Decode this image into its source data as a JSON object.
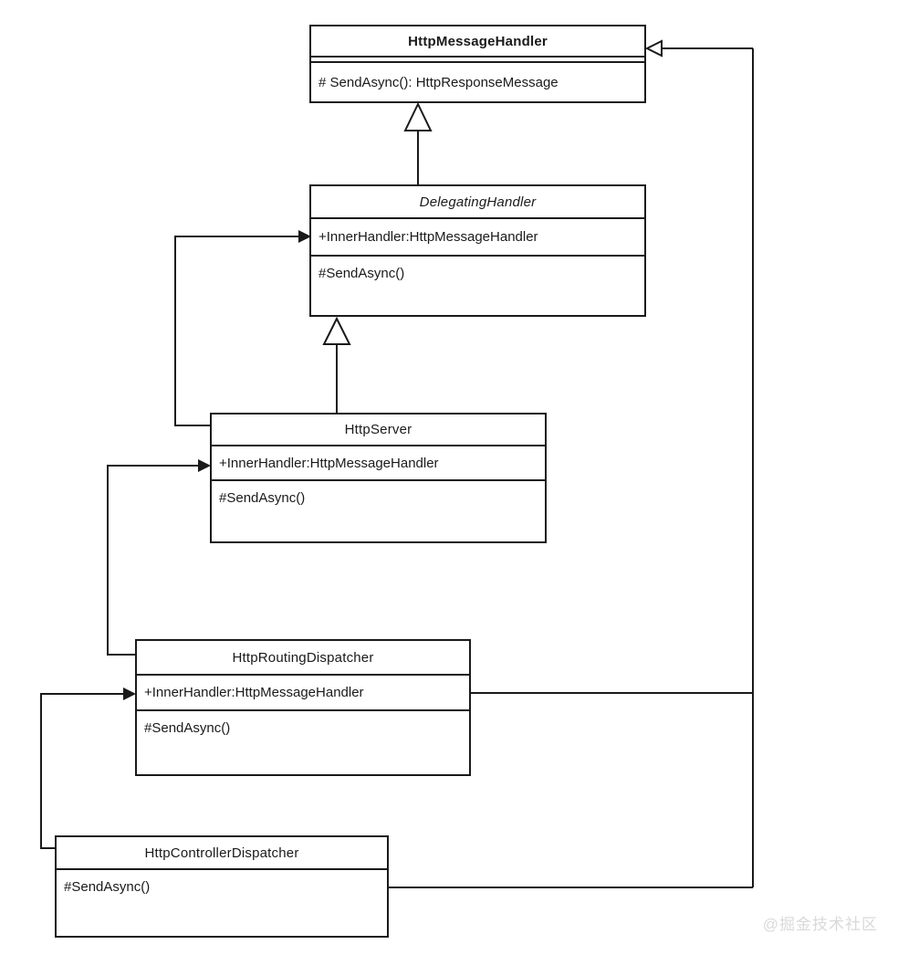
{
  "diagram_type": "uml-class-diagram",
  "classes": {
    "http_message_handler": {
      "name": "HttpMessageHandler",
      "methods": "# SendAsync(): HttpResponseMessage"
    },
    "delegating_handler": {
      "name": "DelegatingHandler",
      "attributes": "+InnerHandler:HttpMessageHandler",
      "methods": "#SendAsync()"
    },
    "http_server": {
      "name": "HttpServer",
      "attributes": "+InnerHandler:HttpMessageHandler",
      "methods": "#SendAsync()"
    },
    "http_routing_dispatcher": {
      "name": "HttpRoutingDispatcher",
      "attributes": "+InnerHandler:HttpMessageHandler",
      "methods": "#SendAsync()"
    },
    "http_controller_dispatcher": {
      "name": "HttpControllerDispatcher",
      "methods": "#SendAsync()"
    }
  },
  "relationships": [
    {
      "type": "generalization",
      "from": "DelegatingHandler",
      "to": "HttpMessageHandler"
    },
    {
      "type": "generalization",
      "from": "HttpServer",
      "to": "DelegatingHandler"
    },
    {
      "type": "generalization",
      "from": "HttpRoutingDispatcher",
      "to": "HttpMessageHandler"
    },
    {
      "type": "generalization",
      "from": "HttpControllerDispatcher",
      "to": "HttpMessageHandler"
    },
    {
      "type": "association",
      "from": "HttpServer",
      "to": "DelegatingHandler.InnerHandler"
    },
    {
      "type": "association",
      "from": "HttpRoutingDispatcher",
      "to": "HttpServer.InnerHandler"
    },
    {
      "type": "association",
      "from": "HttpControllerDispatcher",
      "to": "HttpRoutingDispatcher.InnerHandler"
    }
  ],
  "watermark": "@掘金技术社区",
  "colors": {
    "line": "#1a1a1a",
    "background": "#ffffff",
    "watermark": "#d9d9d9"
  }
}
